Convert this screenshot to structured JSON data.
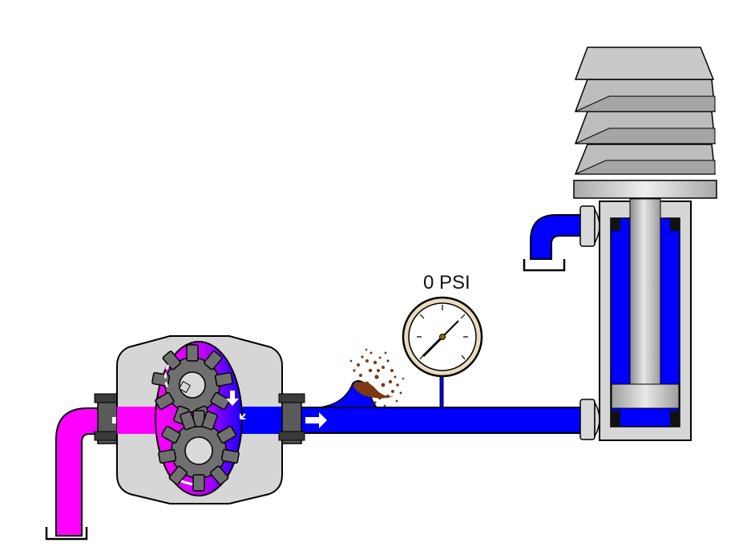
{
  "gauge": {
    "reading_label": "0 PSI"
  },
  "colors": {
    "suction_fluid": "#ff00ff",
    "pressure_fluid": "#0000ff",
    "housing": "#d6d6d6",
    "gear": "#6f6f6f",
    "leak_spray": "#7a3b12",
    "piston_rod": "#b8b8b8",
    "weights": "#bdbdbd"
  },
  "components": [
    {
      "name": "suction-reservoir-icon"
    },
    {
      "name": "gear-pump"
    },
    {
      "name": "pressure-gauge"
    },
    {
      "name": "hydraulic-cylinder"
    },
    {
      "name": "stacked-weights"
    },
    {
      "name": "return-reservoir-icon"
    }
  ]
}
